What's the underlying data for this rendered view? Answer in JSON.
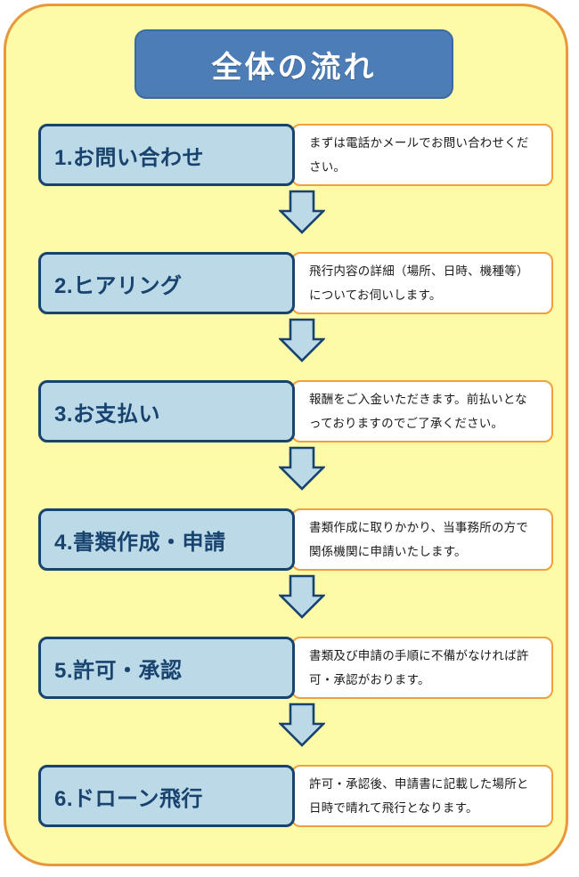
{
  "colors": {
    "card_background": "#fdfaa8",
    "card_border": "#e8973a",
    "title_fill": "#4d7db7",
    "title_border": "#3c6a9e",
    "title_text": "#ffffff",
    "label_fill": "#bcd9e8",
    "label_border": "#17436e",
    "label_text": "#17436e",
    "desc_fill": "#ffffff",
    "desc_border": "#f0a03c",
    "desc_text": "#1a1a1a",
    "arrow_fill": "#bcd9e8",
    "arrow_border": "#17436e"
  },
  "header": {
    "title": "全体の流れ"
  },
  "steps": [
    {
      "label": "1.お問い合わせ",
      "description": "まずは電話かメールでお問い合わせください。"
    },
    {
      "label": "2.ヒアリング",
      "description": "飛行内容の詳細（場所、日時、機種等）についてお伺いします。"
    },
    {
      "label": "3.お支払い",
      "description": "報酬をご入金いただきます。前払いとなっておりますのでご了承ください。"
    },
    {
      "label": "4.書類作成・申請",
      "description": "書類作成に取りかかり、当事務所の方で関係機関に申請いたします。"
    },
    {
      "label": "5.許可・承認",
      "description": "書類及び申請の手順に不備がなければ許可・承認がおります。"
    },
    {
      "label": "6.ドローン飛行",
      "description": "許可・承認後、申請書に記載した場所と日時で晴れて飛行となります。"
    }
  ],
  "connectors": {
    "icon": "arrow-down-icon",
    "count": 5
  }
}
